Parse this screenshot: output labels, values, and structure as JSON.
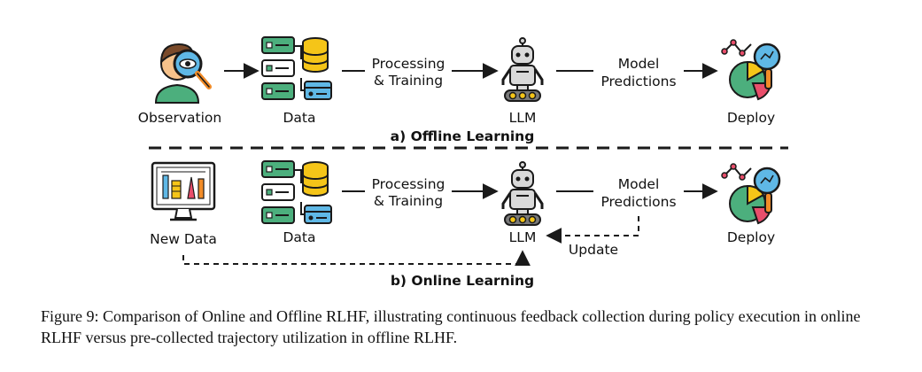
{
  "offline": {
    "title": "a) Offline Learning",
    "observation": "Observation",
    "data": "Data",
    "process_line1": "Processing",
    "process_line2": "& Training",
    "llm": "LLM",
    "pred_line1": "Model",
    "pred_line2": "Predictions",
    "deploy": "Deploy"
  },
  "online": {
    "title": "b) Online Learning",
    "new_data": "New Data",
    "data": "Data",
    "process_line1": "Processing",
    "process_line2": "& Training",
    "llm": "LLM",
    "pred_line1": "Model",
    "pred_line2": "Predictions",
    "update": "Update",
    "deploy": "Deploy"
  },
  "caption": "Figure 9: Comparison of Online and Offline RLHF, illustrating continuous feedback collection during policy execution in online RLHF versus pre-collected trajectory utilization in offline RLHF.",
  "colors": {
    "ink": "#1a1a1a",
    "green": "#4caf7d",
    "yellow": "#f5c518",
    "orange": "#f28c28",
    "blue": "#5fb8e6",
    "pink": "#e94e6b",
    "skin": "#f6c28b",
    "robot": "#d9d9d9"
  }
}
